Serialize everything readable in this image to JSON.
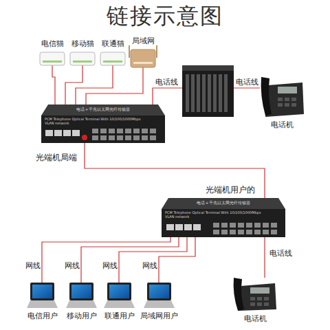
{
  "diagram": {
    "title": "链接示意图",
    "nodes": [
      {
        "text": [
          "电信猫"
        ]
      },
      {
        "text": [
          "移动猫"
        ]
      },
      {
        "text": [
          "联通猫"
        ]
      },
      {
        "text": [
          "局域网"
        ]
      },
      {
        "text": [
          "光端机局端"
        ]
      },
      {
        "text": [
          "电话机"
        ]
      },
      {
        "text": [
          "光端机用户的"
        ]
      },
      {
        "text": [
          "电信用户"
        ]
      },
      {
        "text": [
          "移动用户"
        ]
      },
      {
        "text": [
          "联通用户"
        ]
      },
      {
        "text": [
          "局域网用户"
        ]
      },
      {
        "text": [
          "电话机"
        ]
      }
    ],
    "edges": [
      {
        "from": 0,
        "to": 4,
        "arrow": "none"
      },
      {
        "from": 1,
        "to": 4,
        "arrow": "none"
      },
      {
        "from": 2,
        "to": 4,
        "arrow": "none"
      },
      {
        "from": 3,
        "to": 4,
        "arrow": "none"
      },
      {
        "from": 4,
        "to": 5,
        "label": "电话线",
        "arrow": "none"
      },
      {
        "from": 4,
        "to": 6,
        "arrow": "none"
      },
      {
        "from": 6,
        "to": 7,
        "label": "网线",
        "arrow": "none"
      },
      {
        "from": 6,
        "to": 8,
        "label": "网线",
        "arrow": "none"
      },
      {
        "from": 6,
        "to": 9,
        "label": "网线",
        "arrow": "none"
      },
      {
        "from": 6,
        "to": 10,
        "label": "网线",
        "arrow": "none"
      },
      {
        "from": 6,
        "to": 11,
        "label": "电话线",
        "arrow": "none"
      }
    ],
    "labels": [
      "电话+千兆以太网光纤传输器",
      "PCM Telephone Optical Terminal With 10/100/1000Mbps VLAN network",
      "电话线",
      "电话+千兆以太网光纤传输器",
      "PCM Telephone Optical Terminal With 10/100/1000Mbps VLAN network"
    ]
  }
}
